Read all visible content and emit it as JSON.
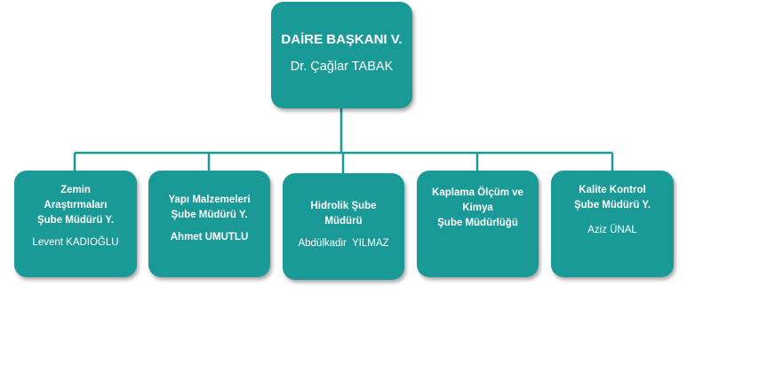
{
  "colors": {
    "box_fill": "#1a9a96",
    "connector": "#1a9a96",
    "text": "#ffffff"
  },
  "top": {
    "title": "DAİRE BAŞKANI V.",
    "name": "Dr. Çağlar TABAK"
  },
  "units": [
    {
      "title_lines": [
        "Zemin",
        "Araştırmaları",
        "Şube Müdürü Y."
      ],
      "name": "Levent KADIOĞLU"
    },
    {
      "title_lines": [
        "Yapı Malzemeleri",
        "Şube Müdürü Y."
      ],
      "name": "Ahmet UMUTLU"
    },
    {
      "title_lines": [
        "Hidrolik Şube",
        "Müdürü"
      ],
      "name": "Abdülkadir  YILMAZ"
    },
    {
      "title_lines": [
        "Kaplama Ölçüm ve",
        "Kimya",
        "Şube Müdürlüğü"
      ],
      "name": ""
    },
    {
      "title_lines": [
        "Kalite Kontrol",
        "Şube Müdürü Y."
      ],
      "name": "Aziz ÜNAL"
    }
  ]
}
